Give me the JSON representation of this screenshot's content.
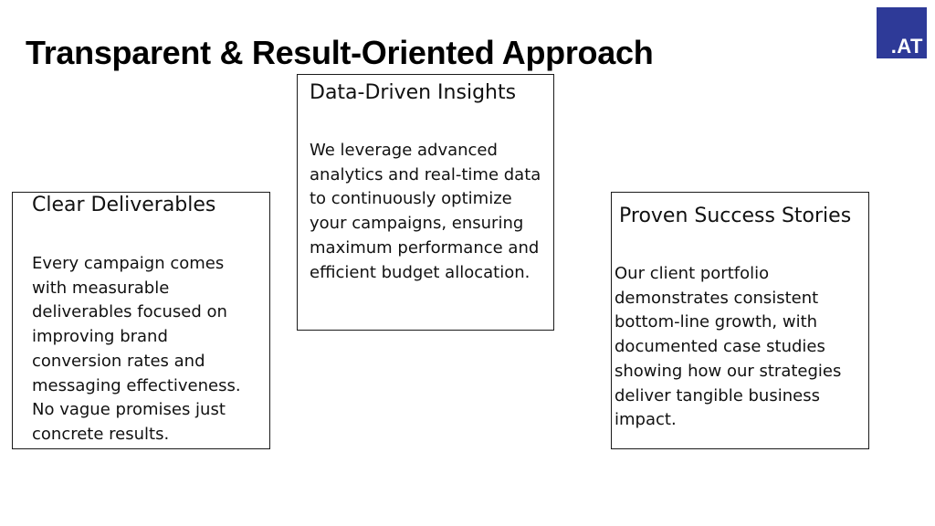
{
  "slide": {
    "title": "Transparent & Result-Oriented Approach",
    "logo_text": ".AT",
    "logo_color": "#2e3a98"
  },
  "cards": [
    {
      "title": "Clear Deliverables",
      "body": "Every campaign comes with measurable deliverables focused on improving brand conversion rates and messaging effectiveness. No vague promises just concrete results."
    },
    {
      "title": "Data-Driven Insights",
      "body": "We leverage advanced analytics and real-time data to continuously optimize your campaigns, ensuring maximum performance and efficient budget allocation."
    },
    {
      "title": "Proven Success Stories",
      "body": "Our client portfolio demonstrates consistent bottom-line growth, with documented case studies showing how our strategies deliver tangible business impact."
    }
  ]
}
